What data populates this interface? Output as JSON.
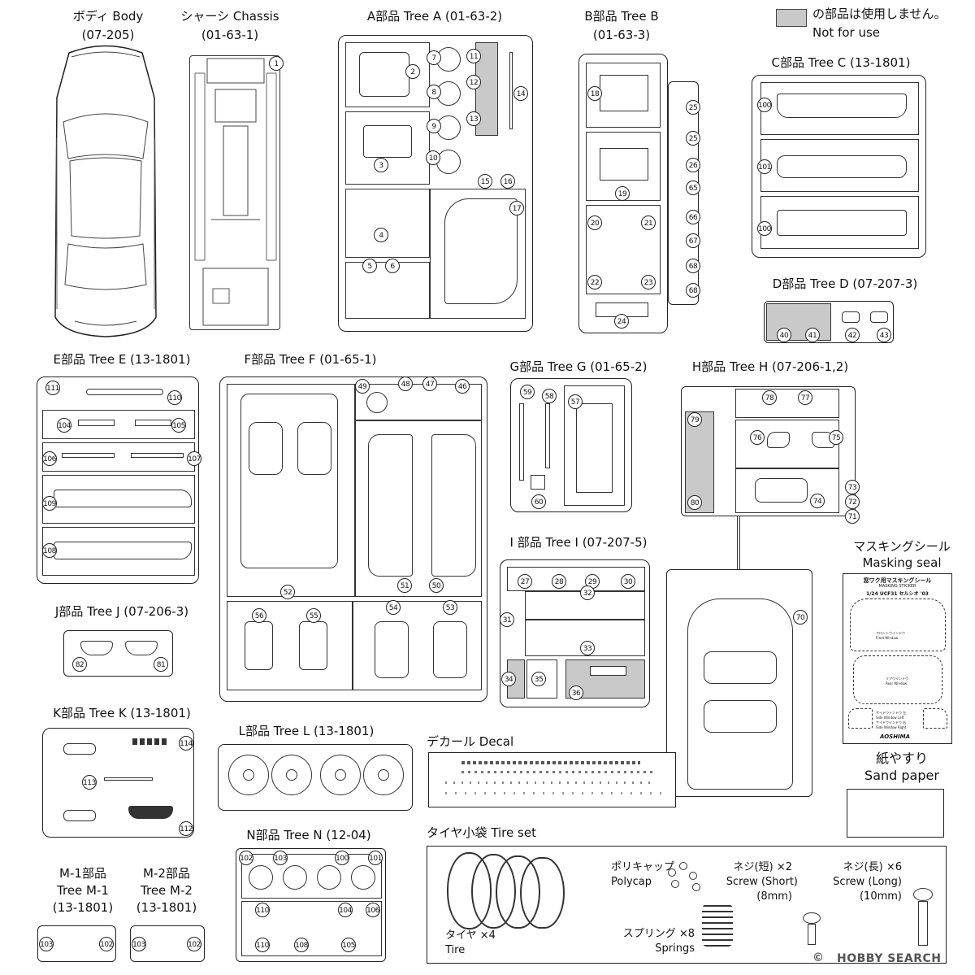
{
  "legend": {
    "jp": "の部品は使用しません。",
    "en": "Not for use",
    "swatch_color": "#c9c9c9"
  },
  "body": {
    "label": "ボディ Body",
    "code": "(07-205)"
  },
  "chassis": {
    "label": "シャーシ Chassis",
    "code": "(01-63-1)",
    "parts": [
      "1"
    ]
  },
  "tree_a": {
    "label": "A部品 Tree A (01-63-2)",
    "parts": [
      "2",
      "3",
      "4",
      "5",
      "6",
      "7",
      "8",
      "9",
      "10",
      "11",
      "12",
      "13",
      "14",
      "15",
      "16",
      "17"
    ]
  },
  "tree_b": {
    "label": "B部品 Tree B",
    "code": "(01-63-3)",
    "parts": [
      "18",
      "19",
      "20",
      "21",
      "22",
      "23",
      "24",
      "25",
      "25",
      "26",
      "65",
      "66",
      "67",
      "68",
      "68"
    ]
  },
  "tree_c": {
    "label": "C部品 Tree C (13-1801)",
    "parts": [
      "100",
      "101",
      "100"
    ]
  },
  "tree_d": {
    "label": "D部品 Tree D (07-207-3)",
    "parts": [
      "40",
      "41",
      "42",
      "43"
    ]
  },
  "tree_e": {
    "label": "E部品 Tree E (13-1801)",
    "parts": [
      "111",
      "110",
      "104",
      "105",
      "106",
      "107",
      "109",
      "108"
    ]
  },
  "tree_f": {
    "label": "F部品 Tree F (01-65-1)",
    "parts": [
      "49",
      "48",
      "47",
      "46",
      "51",
      "50",
      "52",
      "56",
      "55",
      "54",
      "53"
    ]
  },
  "tree_g": {
    "label": "G部品 Tree G (01-65-2)",
    "parts": [
      "59",
      "58",
      "57",
      "60"
    ]
  },
  "tree_h": {
    "label": "H部品 Tree H (07-206-1,2)",
    "parts": [
      "78",
      "77",
      "79",
      "76",
      "75",
      "74",
      "73",
      "72",
      "71",
      "80",
      "70"
    ]
  },
  "tree_i": {
    "label": "I 部品 Tree I (07-207-5)",
    "parts": [
      "27",
      "28",
      "29",
      "30",
      "32",
      "31",
      "33",
      "34",
      "35",
      "36"
    ]
  },
  "tree_j": {
    "label": "J部品 Tree J (07-206-3)",
    "parts": [
      "82",
      "81"
    ]
  },
  "tree_k": {
    "label": "K部品 Tree K (13-1801)",
    "parts": [
      "114",
      "113",
      "112"
    ]
  },
  "tree_l": {
    "label": "L部品 Tree L (13-1801)"
  },
  "tree_m1": {
    "line1": "M-1部品",
    "line2": "Tree M-1",
    "line3": "(13-1801)",
    "parts": [
      "103",
      "102"
    ]
  },
  "tree_m2": {
    "line1": "M-2部品",
    "line2": "Tree M-2",
    "line3": "(13-1801)",
    "parts": [
      "103",
      "102"
    ]
  },
  "tree_n": {
    "label": "N部品 Tree N (12-04)",
    "parts": [
      "102",
      "103",
      "100",
      "101",
      "110",
      "104",
      "106",
      "110",
      "108",
      "105"
    ]
  },
  "masking": {
    "jp": "マスキングシール",
    "en": "Masking seal",
    "sticker_title": "窓ワク用マスキングシール",
    "sticker_sub": "MASKING STICKER",
    "sticker_model": "1/24 UCF31 セルシオ '03",
    "front": "フロントウインドウ",
    "front_en": "Front Window",
    "rear": "リアウインドウ",
    "rear_en": "Rear Window",
    "side_l": "サイドウインドウ 左",
    "side_l_en": "Side Window Left",
    "side_r": "サイドウインドウ 右",
    "side_r_en": "Side Window Right",
    "brand": "AOSHIMA"
  },
  "decal": {
    "label": "デカール Decal"
  },
  "sandpaper": {
    "jp": "紙やすり",
    "en": "Sand paper"
  },
  "tire_set": {
    "label": "タイヤ小袋  Tire set",
    "tire_jp": "タイヤ ×4",
    "tire_en": "Tire",
    "polycap_jp": "ポリキャップ",
    "polycap_en": "Polycap",
    "screw_short_jp": "ネジ(短) ×2",
    "screw_short_en": "Screw (Short)",
    "screw_short_size": "(8mm)",
    "screw_long_jp": "ネジ(長) ×6",
    "screw_long_en": "Screw (Long)",
    "screw_long_size": "(10mm)",
    "spring_jp": "スプリング ×8",
    "spring_en": "Springs"
  },
  "watermark": {
    "text": "HOBBY SEARCH",
    "symbol": "©"
  }
}
